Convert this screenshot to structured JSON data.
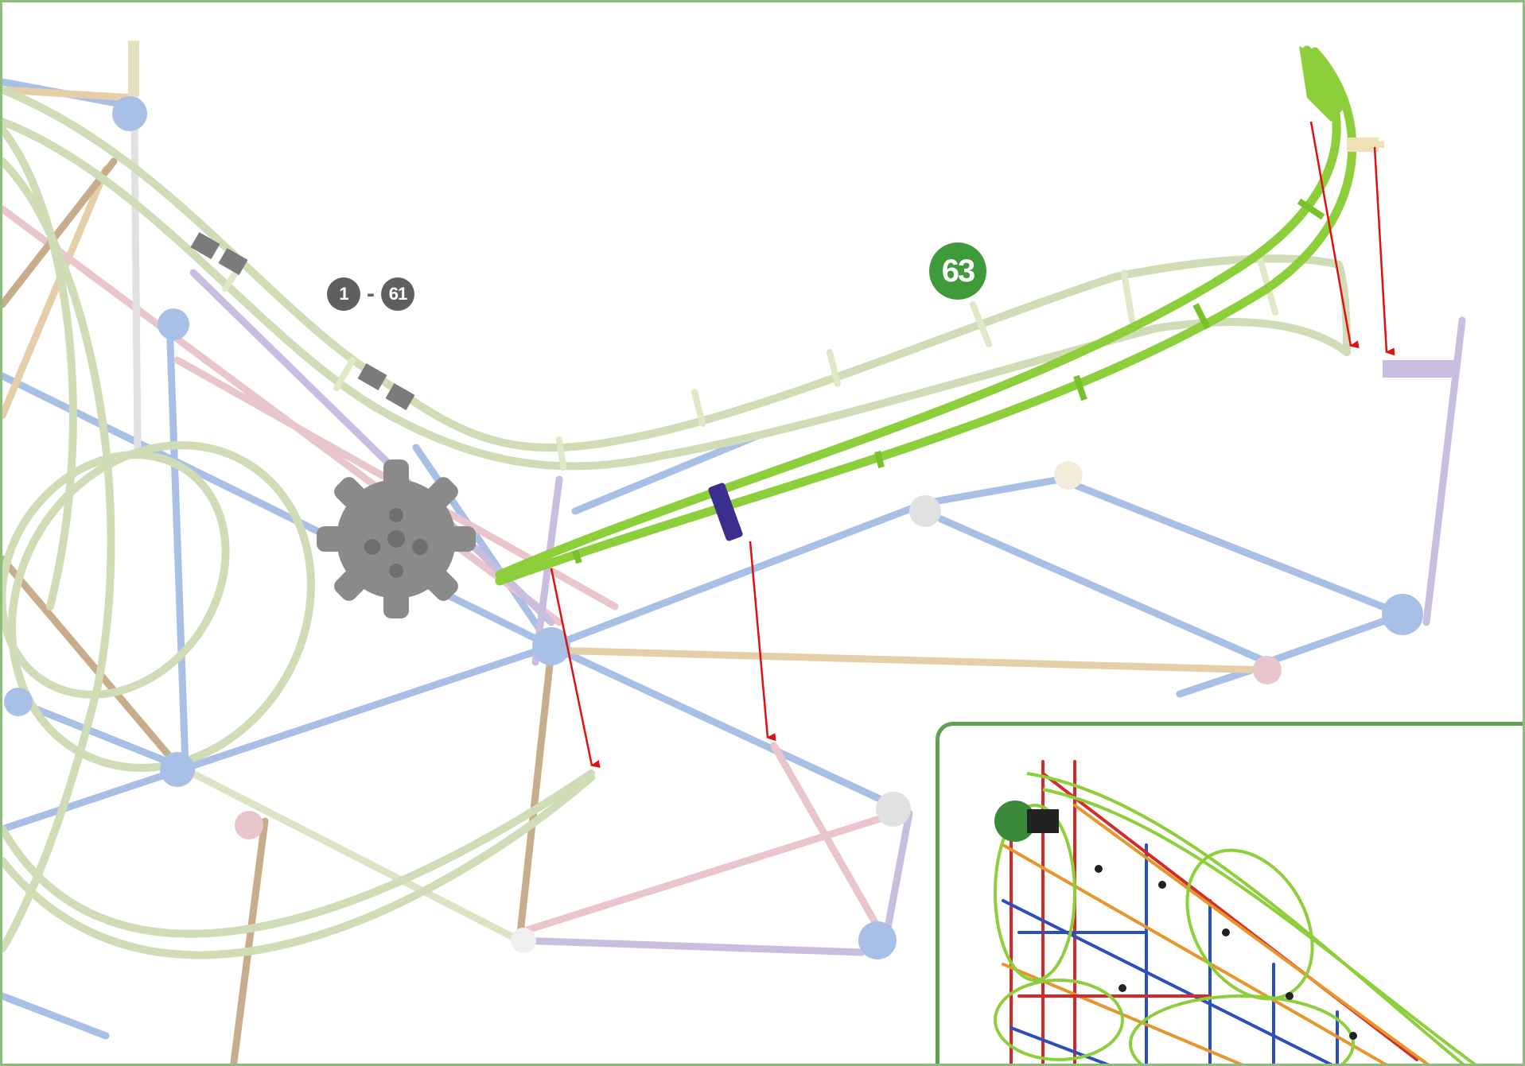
{
  "steps": {
    "range_start": "1",
    "range_separator": "-",
    "range_end": "61",
    "current": "63"
  },
  "colors": {
    "frame_border": "#8cbd7a",
    "inset_border": "#5fa14e",
    "current_badge": "#3f9a3a",
    "range_badge": "#5f5f5f",
    "new_track": "#8ccf3a",
    "existing_track": "#cfdcb5",
    "rod_blue": "#a9c0e6",
    "rod_tan": "#e4cfa8",
    "rod_pink": "#e8c6cc",
    "rod_purple": "#c9bee0",
    "gear": "#8a8a8a",
    "arrow": "#e01010",
    "clip_dark": "#3b2e8c"
  },
  "icons": {
    "gear": "gear-icon",
    "arrow": "arrow-down-icon",
    "connector": "connector-hub-icon"
  }
}
